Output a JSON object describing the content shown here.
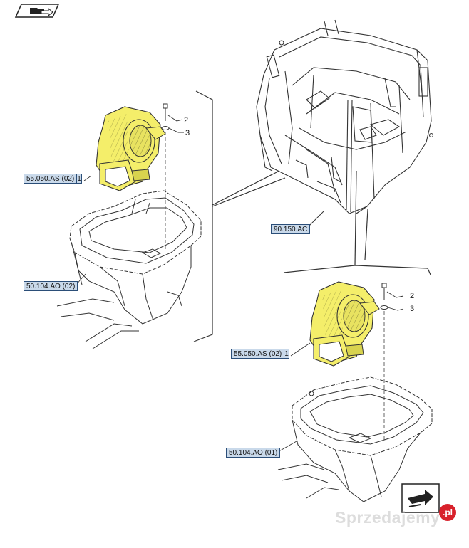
{
  "callouts": {
    "top_bolt": "2",
    "top_washer": "3",
    "bottom_bolt": "2",
    "bottom_washer": "3"
  },
  "references": {
    "blower_top": {
      "code": "55.050.AS (02)",
      "index": "1"
    },
    "housing_top": {
      "code": "50.104.AO (02)"
    },
    "cab_frame": {
      "code": "90.150.AC"
    },
    "blower_bottom": {
      "code": "55.050.AS (02)",
      "index": "1"
    },
    "housing_bottom": {
      "code": "50.104.AO (01)"
    }
  },
  "icons": {
    "corner_top": "folder-arrow-icon",
    "corner_bottom": "return-arrow-icon"
  },
  "colors": {
    "highlight_part": "#f4ee6a",
    "reference_fill": "#c9d9ea",
    "reference_border": "#2b4e78",
    "line": "#333333"
  },
  "watermark": {
    "text": "Sprzedajemy",
    "badge": ".pl"
  }
}
